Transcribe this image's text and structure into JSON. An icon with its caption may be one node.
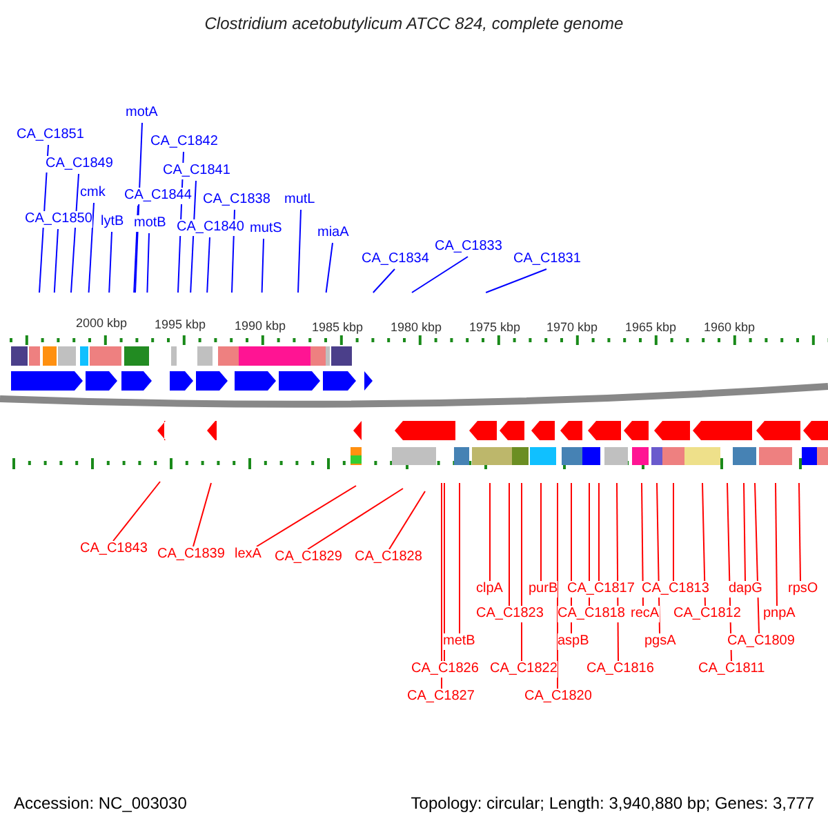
{
  "diagram": {
    "title": "Clostridium acetobutylicum ATCC 824, complete genome",
    "nodes": [
      {
        "text": [
          "CA_C1851"
        ]
      },
      {
        "text": [
          "CA_C1849"
        ]
      },
      {
        "text": [
          "CA_C1850"
        ]
      },
      {
        "text": [
          "cmk"
        ]
      },
      {
        "text": [
          "lytB"
        ]
      },
      {
        "text": [
          "motA"
        ]
      },
      {
        "text": [
          "CA_C1844"
        ]
      },
      {
        "text": [
          "motB"
        ]
      },
      {
        "text": [
          "CA_C1842"
        ]
      },
      {
        "text": [
          "CA_C1841"
        ]
      },
      {
        "text": [
          "CA_C1840"
        ]
      },
      {
        "text": [
          "CA_C1838"
        ]
      },
      {
        "text": [
          "mutS"
        ]
      },
      {
        "text": [
          "mutL"
        ]
      },
      {
        "text": [
          "miaA"
        ]
      },
      {
        "text": [
          "CA_C1834"
        ]
      },
      {
        "text": [
          "CA_C1833"
        ]
      },
      {
        "text": [
          "CA_C1831"
        ]
      },
      {
        "text": [
          "CA_C1843"
        ]
      },
      {
        "text": [
          "CA_C1839"
        ]
      },
      {
        "text": [
          "lexA"
        ]
      },
      {
        "text": [
          "CA_C1829"
        ]
      },
      {
        "text": [
          "CA_C1828"
        ]
      },
      {
        "text": [
          "clpA"
        ]
      },
      {
        "text": [
          "CA_C1823"
        ]
      },
      {
        "text": [
          "metB"
        ]
      },
      {
        "text": [
          "CA_C1826"
        ]
      },
      {
        "text": [
          "CA_C1827"
        ]
      },
      {
        "text": [
          "CA_C1822"
        ]
      },
      {
        "text": [
          "purB"
        ]
      },
      {
        "text": [
          "CA_C1817"
        ]
      },
      {
        "text": [
          "CA_C1818"
        ]
      },
      {
        "text": [
          "aspB"
        ]
      },
      {
        "text": [
          "CA_C1820"
        ]
      },
      {
        "text": [
          "CA_C1816"
        ]
      },
      {
        "text": [
          "recA"
        ]
      },
      {
        "text": [
          "CA_C1813"
        ]
      },
      {
        "text": [
          "pgsA"
        ]
      },
      {
        "text": [
          "CA_C1812"
        ]
      },
      {
        "text": [
          "CA_C1811"
        ]
      },
      {
        "text": [
          "dapG"
        ]
      },
      {
        "text": [
          "CA_C1809"
        ]
      },
      {
        "text": [
          "pnpA"
        ]
      },
      {
        "text": [
          "rpsO"
        ]
      }
    ],
    "edges": [
      {
        "from": 0,
        "to": null,
        "arrow": "none",
        "color": "#0000ff"
      },
      {
        "from": 1,
        "to": null,
        "arrow": "none",
        "color": "#0000ff"
      },
      {
        "from": 2,
        "to": null,
        "arrow": "none",
        "color": "#0000ff"
      },
      {
        "from": 3,
        "to": null,
        "arrow": "none",
        "color": "#0000ff"
      },
      {
        "from": 4,
        "to": null,
        "arrow": "none",
        "color": "#0000ff"
      },
      {
        "from": 5,
        "to": null,
        "arrow": "none",
        "color": "#0000ff"
      },
      {
        "from": 6,
        "to": null,
        "arrow": "none",
        "color": "#0000ff"
      },
      {
        "from": 7,
        "to": null,
        "arrow": "none",
        "color": "#0000ff"
      },
      {
        "from": 8,
        "to": null,
        "arrow": "none",
        "color": "#0000ff"
      },
      {
        "from": 9,
        "to": null,
        "arrow": "none",
        "color": "#0000ff"
      },
      {
        "from": 10,
        "to": null,
        "arrow": "none",
        "color": "#0000ff"
      },
      {
        "from": 11,
        "to": null,
        "arrow": "none",
        "color": "#0000ff"
      },
      {
        "from": 12,
        "to": null,
        "arrow": "none",
        "color": "#0000ff"
      },
      {
        "from": 13,
        "to": null,
        "arrow": "none",
        "color": "#0000ff"
      },
      {
        "from": 14,
        "to": null,
        "arrow": "none",
        "color": "#0000ff"
      },
      {
        "from": 15,
        "to": null,
        "arrow": "none",
        "color": "#0000ff"
      },
      {
        "from": 16,
        "to": null,
        "arrow": "none",
        "color": "#0000ff"
      },
      {
        "from": 17,
        "to": null,
        "arrow": "none",
        "color": "#0000ff"
      },
      {
        "from": 18,
        "to": null,
        "arrow": "none"
      },
      {
        "from": 19,
        "to": null,
        "arrow": "none"
      },
      {
        "from": 20,
        "to": null,
        "arrow": "none"
      },
      {
        "from": 21,
        "to": null,
        "arrow": "none"
      },
      {
        "from": 22,
        "to": null,
        "arrow": "none"
      },
      {
        "from": 23,
        "to": null,
        "arrow": "none"
      },
      {
        "from": 24,
        "to": null,
        "arrow": "none"
      },
      {
        "from": 25,
        "to": null,
        "arrow": "none"
      },
      {
        "from": 26,
        "to": null,
        "arrow": "none"
      },
      {
        "from": 27,
        "to": null,
        "arrow": "none"
      },
      {
        "from": 28,
        "to": null,
        "arrow": "none"
      },
      {
        "from": 29,
        "to": null,
        "arrow": "none"
      },
      {
        "from": 30,
        "to": null,
        "arrow": "none"
      },
      {
        "from": 31,
        "to": null,
        "arrow": "none"
      },
      {
        "from": 32,
        "to": null,
        "arrow": "none"
      },
      {
        "from": 33,
        "to": null,
        "arrow": "none"
      },
      {
        "from": 34,
        "to": null,
        "arrow": "none"
      },
      {
        "from": 35,
        "to": null,
        "arrow": "none"
      },
      {
        "from": 36,
        "to": null,
        "arrow": "none"
      },
      {
        "from": 37,
        "to": null,
        "arrow": "none"
      },
      {
        "from": 38,
        "to": null,
        "arrow": "none"
      },
      {
        "from": 39,
        "to": null,
        "arrow": "none"
      },
      {
        "from": 40,
        "to": null,
        "arrow": "none"
      },
      {
        "from": 41,
        "to": null,
        "arrow": "none"
      },
      {
        "from": 42,
        "to": null,
        "arrow": "none"
      },
      {
        "from": 43,
        "to": null,
        "arrow": "none"
      }
    ],
    "labels": [
      "2000 kbp",
      "1995 kbp",
      "1990 kbp",
      "1985 kbp",
      "1980 kbp",
      "1975 kbp",
      "1970 kbp",
      "1965 kbp",
      "1960 kbp",
      "Accession: NC_003030",
      "Topology: circular; Length: 3,940,880 bp; Genes: 3,777"
    ]
  }
}
